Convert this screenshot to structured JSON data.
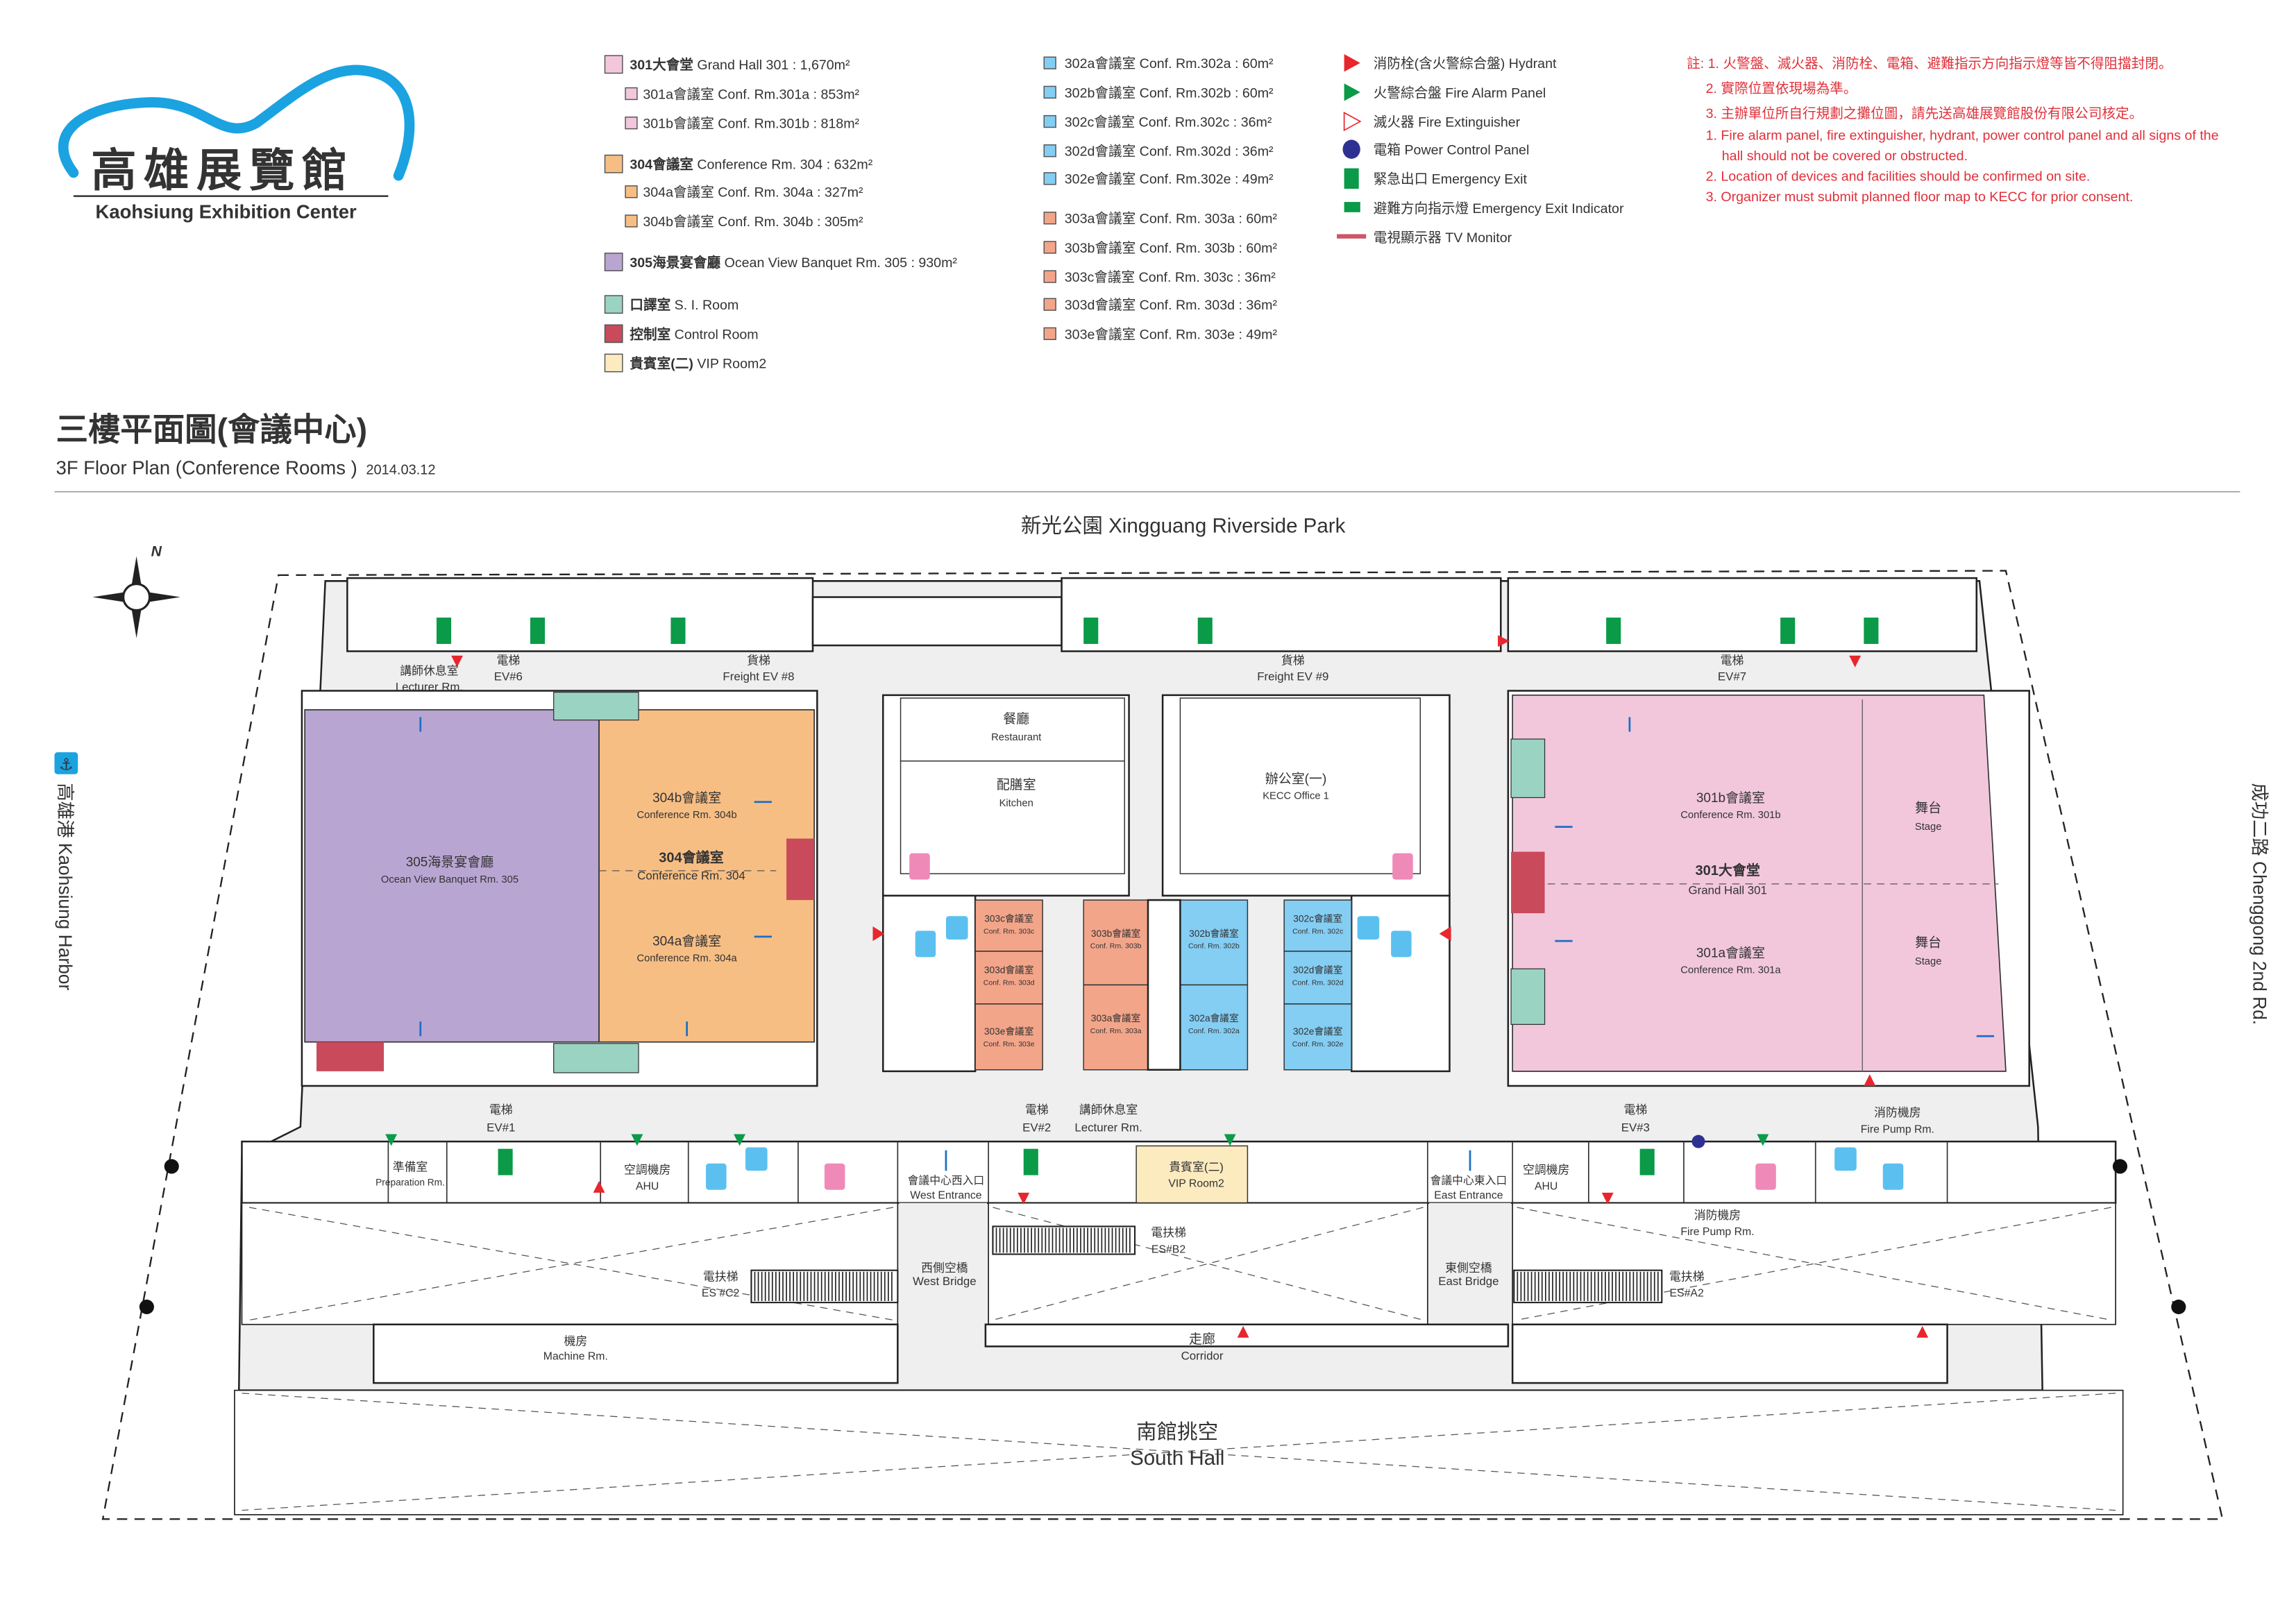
{
  "logo": {
    "zh": "高雄展覽館",
    "en": "Kaohsiung Exhibition Center",
    "color": "#1aa3e0"
  },
  "title": {
    "zh": "三樓平面圖(會議中心)",
    "en": "3F Floor Plan (Conference Rooms )",
    "date": "2014.03.12"
  },
  "legend_rooms": [
    {
      "name": "301大會堂",
      "text": " Grand Hall 301 : 1,670m²",
      "color": "#f2c7dc",
      "main": true
    },
    {
      "name": "301a會議室",
      "text": " Conf.  Rm.301a : 853m²",
      "color": "#f2c7dc",
      "main": false
    },
    {
      "name": "301b會議室",
      "text": " Conf.  Rm.301b : 818m²",
      "color": "#f2c7dc",
      "main": false
    },
    {
      "name": "304會議室",
      "text": " Conference Rm. 304 : 632m²",
      "color": "#f7be84",
      "main": true
    },
    {
      "name": "304a會議室",
      "text": " Conf. Rm. 304a : 327m²",
      "color": "#f7be84",
      "main": false
    },
    {
      "name": "304b會議室",
      "text": " Conf. Rm. 304b : 305m²",
      "color": "#f7be84",
      "main": false
    },
    {
      "name": "305海景宴會廳",
      "text": " Ocean View Banquet Rm. 305 : 930m²",
      "color": "#b9a5d2",
      "main": true
    },
    {
      "name": "口譯室",
      "text": " S. I. Room",
      "color": "#9bd3c3",
      "main": true
    },
    {
      "name": "控制室",
      "text": " Control Room",
      "color": "#c94a5a",
      "main": true
    },
    {
      "name": "貴賓室(二)",
      "text": " VIP Room2",
      "color": "#fdebc0",
      "main": true
    }
  ],
  "legend_small_rooms": [
    {
      "text": "302a會議室 Conf. Rm.302a : 60m²",
      "color": "#84cdf3"
    },
    {
      "text": "302b會議室 Conf. Rm.302b : 60m²",
      "color": "#84cdf3"
    },
    {
      "text": "302c會議室 Conf. Rm.302c : 36m²",
      "color": "#84cdf3"
    },
    {
      "text": "302d會議室 Conf. Rm.302d : 36m²",
      "color": "#84cdf3"
    },
    {
      "text": "302e會議室 Conf. Rm.302e : 49m²",
      "color": "#84cdf3"
    },
    {
      "text": "303a會議室 Conf. Rm. 303a : 60m²",
      "color": "#f3a58a"
    },
    {
      "text": "303b會議室 Conf. Rm. 303b : 60m²",
      "color": "#f3a58a"
    },
    {
      "text": "303c會議室 Conf. Rm. 303c : 36m²",
      "color": "#f3a58a"
    },
    {
      "text": "303d會議室 Conf. Rm. 303d : 36m²",
      "color": "#f3a58a"
    },
    {
      "text": "303e會議室 Conf. Rm. 303e : 49m²",
      "color": "#f3a58a"
    }
  ],
  "legend_symbols": [
    {
      "icon": "hydrant-icon",
      "text": "消防栓(含火警綜合盤) Hydrant",
      "color": "#e8262d"
    },
    {
      "icon": "fire-alarm-panel-icon",
      "text": "火警綜合盤 Fire Alarm Panel",
      "color": "#0a9a48"
    },
    {
      "icon": "fire-extinguisher-icon",
      "text": "滅火器 Fire Extinguisher",
      "color": "#e8262d"
    },
    {
      "icon": "power-control-panel-icon",
      "text": "電箱 Power Control Panel",
      "color": "#2e3192"
    },
    {
      "icon": "emergency-exit-icon",
      "text": "緊急出口  Emergency Exit",
      "color": "#0a9a48"
    },
    {
      "icon": "exit-indicator-icon",
      "text": "避難方向指示燈 Emergency Exit Indicator",
      "color": "#0a9a48"
    },
    {
      "icon": "tv-monitor-icon",
      "text": "電視顯示器 TV Monitor",
      "color": "#cc5566"
    }
  ],
  "notes": [
    "註: 1. 火警盤、滅火器、消防栓、電箱、避難指示方向指示燈等皆不得阻擋封閉。",
    "2. 實際位置依現場為準。",
    "3. 主辦單位所自行規劃之攤位圖，請先送高雄展覽館股份有限公司核定。",
    "1. Fire alarm panel, fire extinguisher, hydrant, power control panel and all signs of the",
    "hall should not be covered or obstructed.",
    "2. Location of devices and facilities should be confirmed on site.",
    "3. Organizer must submit planned floor map to KECC for prior consent."
  ],
  "surroundings": {
    "north": "新光公園 Xingguang Riverside Park",
    "west": "高雄港 Kaohsiung Harbor",
    "east": "成功二路 Chenggong 2nd Rd.",
    "compass": "N"
  },
  "plan_labels": [
    {
      "zh": "305海景宴會廳",
      "en": "Ocean View Banquet Rm. 305"
    },
    {
      "zh": "304b會議室",
      "en": "Conference Rm. 304b"
    },
    {
      "zh": "304會議室",
      "en": "Conference Rm. 304"
    },
    {
      "zh": "304a會議室",
      "en": "Conference Rm. 304a"
    },
    {
      "zh": "301b會議室",
      "en": "Conference Rm. 301b"
    },
    {
      "zh": "301大會堂",
      "en": "Grand Hall 301"
    },
    {
      "zh": "301a會議室",
      "en": "Conference Rm. 301a"
    },
    {
      "zh": "舞台",
      "en": "Stage"
    },
    {
      "zh": "舞台",
      "en": "Stage"
    },
    {
      "zh": "餐廳",
      "en": "Restaurant"
    },
    {
      "zh": "配膳室",
      "en": "Kitchen"
    },
    {
      "zh": "辦公室(一)",
      "en": "KECC Office 1"
    },
    {
      "zh": "303c會議室",
      "en": "Conf. Rm. 303c"
    },
    {
      "zh": "303d會議室",
      "en": "Conf. Rm. 303d"
    },
    {
      "zh": "303e會議室",
      "en": "Conf. Rm. 303e"
    },
    {
      "zh": "303b會議室",
      "en": "Conf. Rm. 303b"
    },
    {
      "zh": "303a會議室",
      "en": "Conf. Rm. 303a"
    },
    {
      "zh": "302b會議室",
      "en": "Conf. Rm. 302b"
    },
    {
      "zh": "302a會議室",
      "en": "Conf. Rm. 302a"
    },
    {
      "zh": "302c會議室",
      "en": "Conf. Rm. 302c"
    },
    {
      "zh": "302d會議室",
      "en": "Conf. Rm. 302d"
    },
    {
      "zh": "302e會議室",
      "en": "Conf. Rm. 302e"
    },
    {
      "zh": "講師休息室",
      "en": "Lecturer Rm."
    },
    {
      "zh": "電梯",
      "en": "EV#6"
    },
    {
      "zh": "貨梯",
      "en": "Freight EV #8"
    },
    {
      "zh": "貨梯",
      "en": "Freight EV #9"
    },
    {
      "zh": "電梯",
      "en": "EV#7"
    },
    {
      "zh": "電梯",
      "en": "EV#1"
    },
    {
      "zh": "電梯",
      "en": "EV#2"
    },
    {
      "zh": "講師休息室",
      "en": "Lecturer Rm."
    },
    {
      "zh": "電梯",
      "en": "EV#3"
    },
    {
      "zh": "消防機房",
      "en": "Fire Pump Rm."
    },
    {
      "zh": "準備室",
      "en": "Preparation Rm."
    },
    {
      "zh": "空調機房",
      "en": "AHU"
    },
    {
      "zh": "會議中心西入口",
      "en": "West Entrance"
    },
    {
      "zh": "貴賓室(二)",
      "en": "VIP Room2"
    },
    {
      "zh": "會議中心東入口",
      "en": "East Entrance"
    },
    {
      "zh": "空調機房",
      "en": "AHU"
    },
    {
      "zh": "消防機房",
      "en": "Fire Pump Rm."
    },
    {
      "zh": "電扶梯",
      "en": "ES#B2"
    },
    {
      "zh": "電扶梯",
      "en": "ES #C2"
    },
    {
      "zh": "西側空橋",
      "en": "West Bridge"
    },
    {
      "zh": "東側空橋",
      "en": "East Bridge"
    },
    {
      "zh": "電扶梯",
      "en": "ES#A2"
    },
    {
      "zh": "機房",
      "en": "Machine Rm."
    },
    {
      "zh": "走廊",
      "en": "Corridor"
    },
    {
      "zh": "南館挑空",
      "en": "South Hall"
    }
  ]
}
